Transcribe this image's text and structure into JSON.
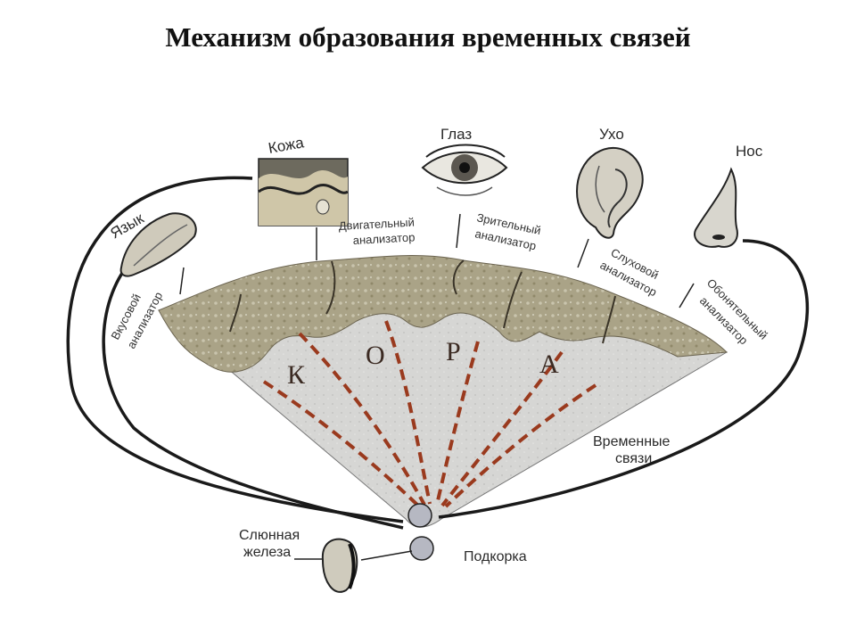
{
  "title": "Механизм образования временных связей",
  "organs": {
    "skin": "Кожа",
    "eye": "Глаз",
    "ear": "Ухо",
    "nose": "Нос",
    "tongue": "Язык"
  },
  "analyzers": {
    "motor_1": "Двигательный",
    "motor_2": "анализатор",
    "visual_1": "Зрительный",
    "visual_2": "анализатор",
    "auditory_1": "Слуховой",
    "auditory_2": "анализатор",
    "olfactory_1": "Обонятельный",
    "olfactory_2": "анализатор",
    "taste_1": "Вкусовой",
    "taste_2": "анализатор"
  },
  "cortex_letters": [
    "К",
    "О",
    "Р",
    "А"
  ],
  "labels": {
    "temporary_1": "Временные",
    "temporary_2": "связи",
    "saliva_1": "Слюнная",
    "saliva_2": "железа",
    "subcortex": "Подкорка"
  },
  "colors": {
    "cortex_fill": "#a9a184",
    "white_matter": "#d8d8d8",
    "connection": "#9a3a1e",
    "line": "#1a1a1a"
  }
}
